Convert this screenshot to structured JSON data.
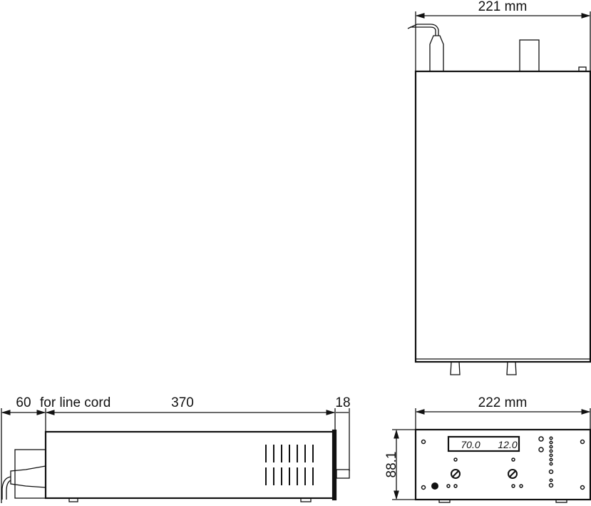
{
  "top_view": {
    "width_label": "221 mm"
  },
  "side_view": {
    "cord_label_value": "60",
    "cord_label_text": "for line cord",
    "depth_label": "370",
    "knob_label": "18"
  },
  "front_view": {
    "width_label": "222 mm",
    "height_label": "88.1",
    "display_left": "70.0",
    "display_right": "12.0"
  },
  "colors": {
    "line": "#111111",
    "background": "#ffffff"
  }
}
